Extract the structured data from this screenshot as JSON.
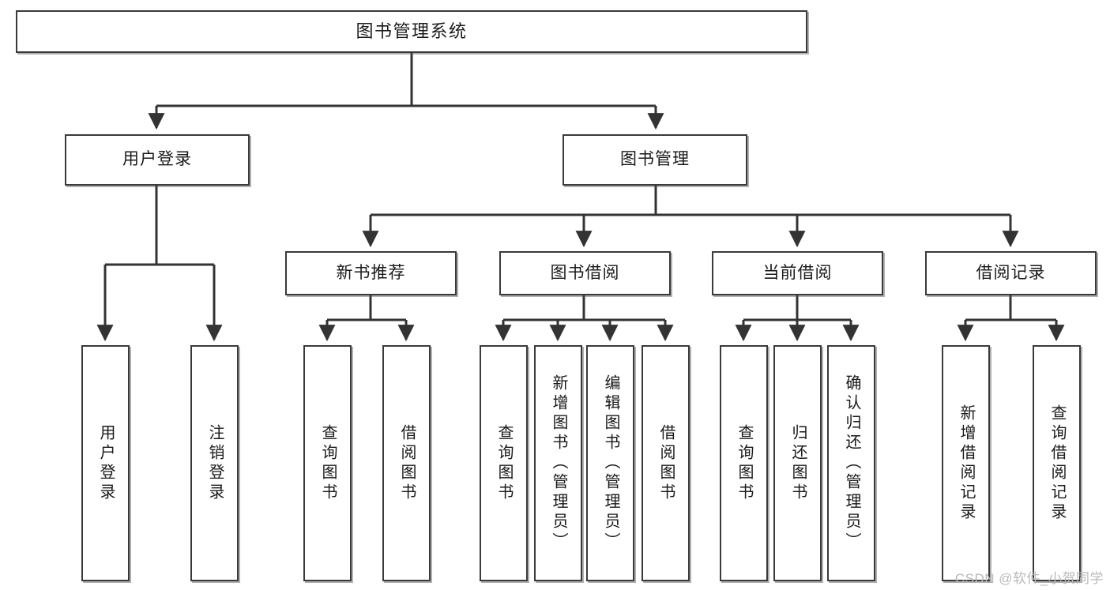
{
  "diagram": {
    "title": "图书管理系统",
    "type": "tree",
    "watermark": "CSDN @软件_小贺同学",
    "colors": {
      "box_border": "#3a3a3a",
      "box_fill": "#ffffff",
      "line": "#333333",
      "text": "#1a1a1a",
      "watermark": "#b9b9b9"
    },
    "nodes": {
      "root": {
        "label": "图书管理系统"
      },
      "level2": [
        {
          "id": "user-login",
          "label": "用户登录"
        },
        {
          "id": "book-management",
          "label": "图书管理"
        }
      ],
      "level3": [
        {
          "id": "new-book-recommend",
          "label": "新书推荐"
        },
        {
          "id": "book-borrow",
          "label": "图书借阅"
        },
        {
          "id": "current-borrow",
          "label": "当前借阅"
        },
        {
          "id": "borrow-record",
          "label": "借阅记录"
        }
      ],
      "leaves": {
        "user_login": [
          {
            "id": "leaf-user-login",
            "label": "用户登录"
          },
          {
            "id": "leaf-logout",
            "label": "注销登录"
          }
        ],
        "new_book_recommend": [
          {
            "id": "leaf-query-book-1",
            "label": "查询图书"
          },
          {
            "id": "leaf-borrow-book-1",
            "label": "借阅图书"
          }
        ],
        "book_borrow": [
          {
            "id": "leaf-query-book-2",
            "label": "查询图书"
          },
          {
            "id": "leaf-add-book",
            "label": "新增图书（管理员）"
          },
          {
            "id": "leaf-edit-book",
            "label": "编辑图书（管理员）"
          },
          {
            "id": "leaf-borrow-book-2",
            "label": "借阅图书"
          }
        ],
        "current_borrow": [
          {
            "id": "leaf-query-book-3",
            "label": "查询图书"
          },
          {
            "id": "leaf-return-book",
            "label": "归还图书"
          },
          {
            "id": "leaf-confirm-return",
            "label": "确认归还（管理员）"
          }
        ],
        "borrow_record": [
          {
            "id": "leaf-add-record",
            "label": "新增借阅记录"
          },
          {
            "id": "leaf-query-record",
            "label": "查询借阅记录"
          }
        ]
      }
    }
  }
}
